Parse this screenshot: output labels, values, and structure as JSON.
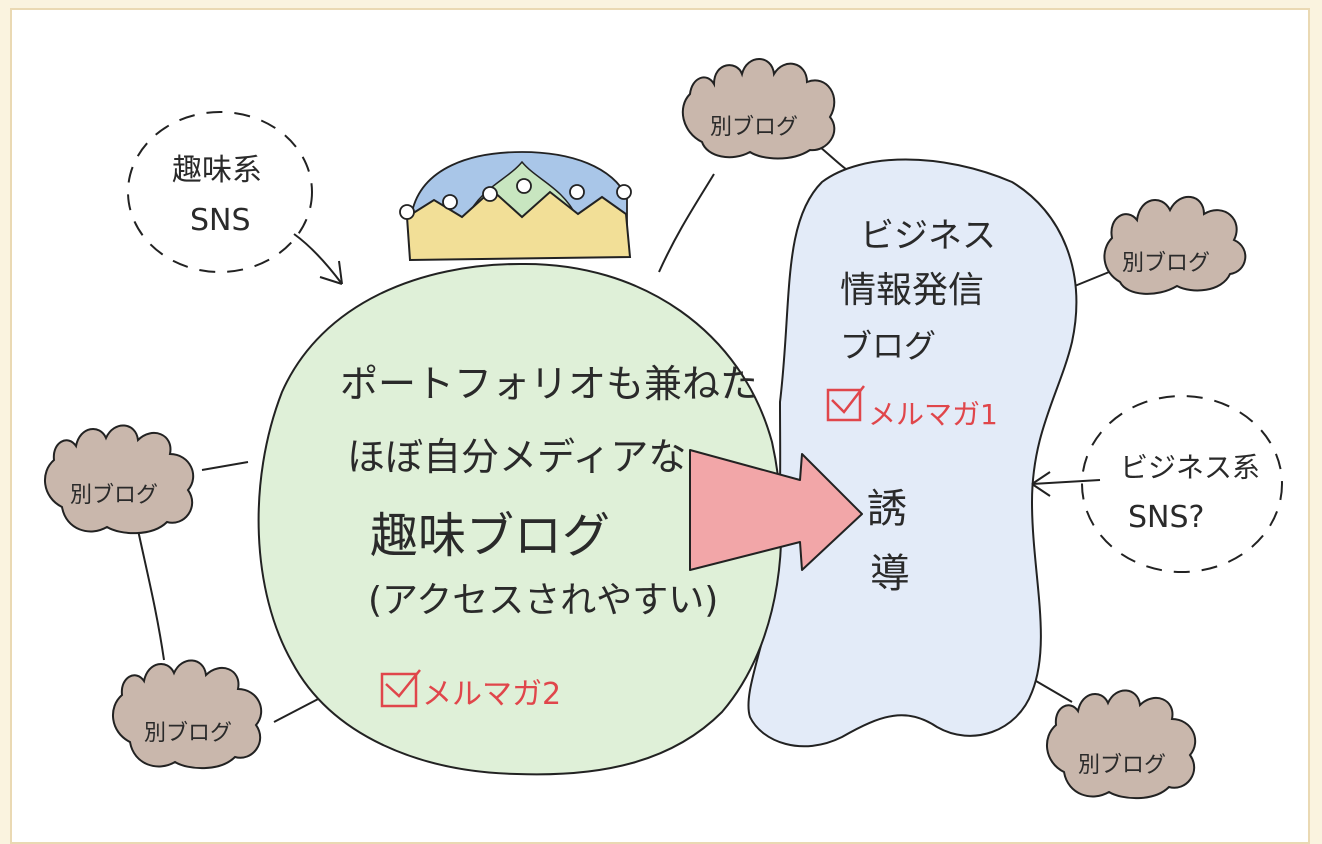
{
  "main_blog": {
    "line1": "ポートフォリオも兼ねた",
    "line2": "ほぼ自分メディアな",
    "line3": "趣味ブログ",
    "line4": "(アクセスされやすい)",
    "mailmag": "メルマガ2"
  },
  "business_blog": {
    "line1": "ビジネス",
    "line2": "情報発信",
    "line3": "ブログ",
    "mailmag": "メルマガ1"
  },
  "arrow_label": {
    "char1": "誘",
    "char2": "導"
  },
  "hobby_sns": {
    "line1": "趣味系",
    "line2": "SNS"
  },
  "business_sns": {
    "line1": "ビジネス系",
    "line2": "SNS?"
  },
  "sub_blogs": {
    "top": "別ブログ",
    "right_top": "別ブログ",
    "left": "別ブログ",
    "bottom_left": "別ブログ",
    "bottom_right": "別ブログ"
  },
  "colors": {
    "main_fill": "#dff0d8",
    "business_fill": "#e3ebf8",
    "cloud_fill": "#c9b7ac",
    "arrow_fill": "#f2a6a8",
    "crown_gold": "#f2df97",
    "crown_blue": "#a9c6e8",
    "crown_green": "#c8e6c0",
    "accent_red": "#e0464b"
  }
}
